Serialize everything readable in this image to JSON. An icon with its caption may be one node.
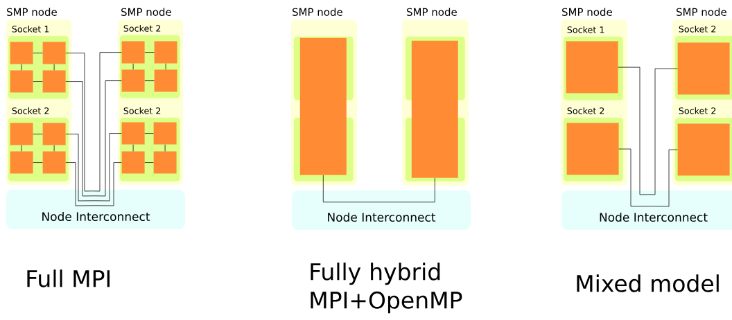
{
  "diagram": {
    "nodes": [
      {
        "text": [
          "SMP node"
        ]
      },
      {
        "text": [
          "Socket 1"
        ],
        "in": 0
      },
      {
        "text": [],
        "shape": "box",
        "in": 1
      },
      {
        "text": [],
        "shape": "box",
        "in": 1
      },
      {
        "text": [],
        "shape": "box",
        "in": 1
      },
      {
        "text": [],
        "shape": "box",
        "in": 1
      },
      {
        "text": [
          "Socket 2"
        ],
        "in": 0
      },
      {
        "text": [],
        "shape": "box",
        "in": 6
      },
      {
        "text": [],
        "shape": "box",
        "in": 6
      },
      {
        "text": [],
        "shape": "box",
        "in": 6
      },
      {
        "text": [],
        "shape": "box",
        "in": 6
      },
      {
        "text": [
          "SMP node"
        ]
      },
      {
        "text": [
          "Socket 2"
        ],
        "in": 11
      },
      {
        "text": [],
        "shape": "box",
        "in": 12
      },
      {
        "text": [],
        "shape": "box",
        "in": 12
      },
      {
        "text": [],
        "shape": "box",
        "in": 12
      },
      {
        "text": [],
        "shape": "box",
        "in": 12
      },
      {
        "text": [
          "Socket 2"
        ],
        "in": 11
      },
      {
        "text": [],
        "shape": "box",
        "in": 17
      },
      {
        "text": [],
        "shape": "box",
        "in": 17
      },
      {
        "text": [],
        "shape": "box",
        "in": 17
      },
      {
        "text": [],
        "shape": "box",
        "in": 17
      },
      {
        "text": [
          "Node Interconnect"
        ]
      },
      {
        "text": [
          "SMP node"
        ]
      },
      {
        "text": [],
        "shape": "box",
        "in": 23
      },
      {
        "text": [],
        "shape": "box",
        "in": 23
      },
      {
        "text": [],
        "shape": "box",
        "in": 23
      },
      {
        "text": [
          "SMP node"
        ]
      },
      {
        "text": [],
        "shape": "box",
        "in": 27
      },
      {
        "text": [],
        "shape": "box",
        "in": 27
      },
      {
        "text": [],
        "shape": "box",
        "in": 27
      },
      {
        "text": [
          "Node Interconnect"
        ]
      },
      {
        "text": [
          "SMP node"
        ]
      },
      {
        "text": [
          "Socket 1"
        ],
        "in": 32
      },
      {
        "text": [],
        "shape": "box",
        "in": 33
      },
      {
        "text": [
          "Socket 2"
        ],
        "in": 32
      },
      {
        "text": [],
        "shape": "box",
        "in": 35
      },
      {
        "text": [
          "SMP node"
        ]
      },
      {
        "text": [
          "Socket 2"
        ],
        "in": 37
      },
      {
        "text": [],
        "shape": "box",
        "in": 38
      },
      {
        "text": [
          "Socket 2"
        ],
        "in": 37
      },
      {
        "text": [],
        "shape": "box",
        "in": 40
      },
      {
        "text": [
          "Node Interconnect"
        ]
      }
    ],
    "edges": [
      {
        "from": 2,
        "to": 3,
        "arrow": "none"
      },
      {
        "from": 4,
        "to": 5,
        "arrow": "none"
      },
      {
        "from": 2,
        "to": 4,
        "arrow": "none"
      },
      {
        "from": 3,
        "to": 5,
        "arrow": "none"
      },
      {
        "from": 7,
        "to": 8,
        "arrow": "none"
      },
      {
        "from": 9,
        "to": 10,
        "arrow": "none"
      },
      {
        "from": 7,
        "to": 9,
        "arrow": "none"
      },
      {
        "from": 8,
        "to": 10,
        "arrow": "none"
      },
      {
        "from": 13,
        "to": 14,
        "arrow": "none"
      },
      {
        "from": 15,
        "to": 16,
        "arrow": "none"
      },
      {
        "from": 13,
        "to": 15,
        "arrow": "none"
      },
      {
        "from": 14,
        "to": 16,
        "arrow": "none"
      },
      {
        "from": 18,
        "to": 19,
        "arrow": "none"
      },
      {
        "from": 20,
        "to": 21,
        "arrow": "none"
      },
      {
        "from": 18,
        "to": 20,
        "arrow": "none"
      },
      {
        "from": 19,
        "to": 21,
        "arrow": "none"
      },
      {
        "from": 3,
        "to": 22,
        "arrow": "none"
      },
      {
        "from": 22,
        "to": 13,
        "arrow": "none"
      },
      {
        "from": 5,
        "to": 22,
        "arrow": "none"
      },
      {
        "from": 22,
        "to": 15,
        "arrow": "none"
      },
      {
        "from": 8,
        "to": 22,
        "arrow": "none"
      },
      {
        "from": 22,
        "to": 18,
        "arrow": "none"
      },
      {
        "from": 10,
        "to": 22,
        "arrow": "none"
      },
      {
        "from": 22,
        "to": 20,
        "arrow": "none"
      },
      {
        "from": 26,
        "to": 31,
        "arrow": "none"
      },
      {
        "from": 31,
        "to": 30,
        "arrow": "none"
      },
      {
        "from": 34,
        "to": 42,
        "arrow": "none"
      },
      {
        "from": 42,
        "to": 39,
        "arrow": "none"
      },
      {
        "from": 36,
        "to": 42,
        "arrow": "none"
      },
      {
        "from": 42,
        "to": 41,
        "arrow": "none"
      }
    ],
    "labels": [
      "Full MPI",
      "Fully hybrid MPI+OpenMP",
      "Mixed model"
    ]
  }
}
